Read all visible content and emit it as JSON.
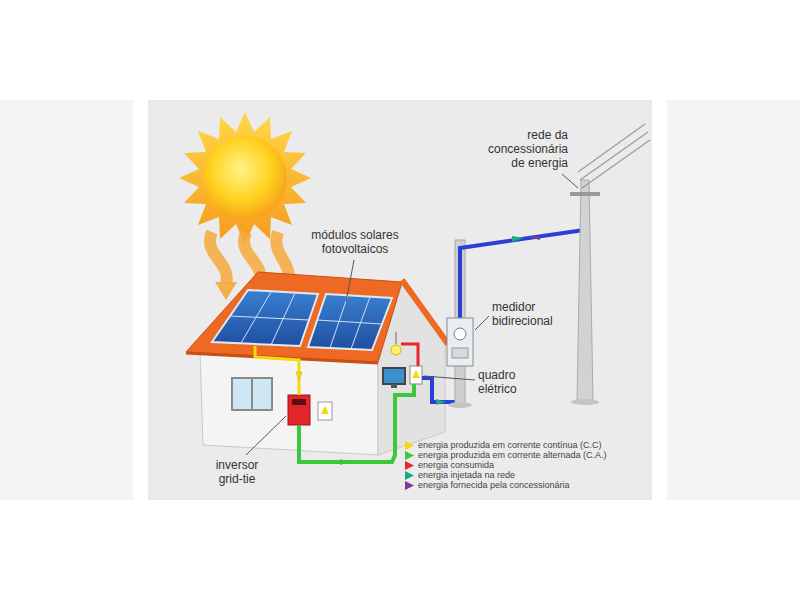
{
  "diagram": {
    "labels": [
      "módulos solares fotovoltaicos",
      "rede da concessionária de energia",
      "medidor bidirecional",
      "quadro elétrico",
      "inversor grid-tie"
    ],
    "legend": [
      {
        "text": "energia produzida em corrente contínua (C.C)",
        "color": "#f5d90a"
      },
      {
        "text": "energia produzida em corrente alternada (C.A.)",
        "color": "#3cc83c"
      },
      {
        "text": "energia consumida",
        "color": "#e8262a"
      },
      {
        "text": "energia injetada na rede",
        "color": "#17a98a"
      },
      {
        "text": "energia fornecida pela concessionária",
        "color": "#7a3a9a"
      }
    ]
  }
}
